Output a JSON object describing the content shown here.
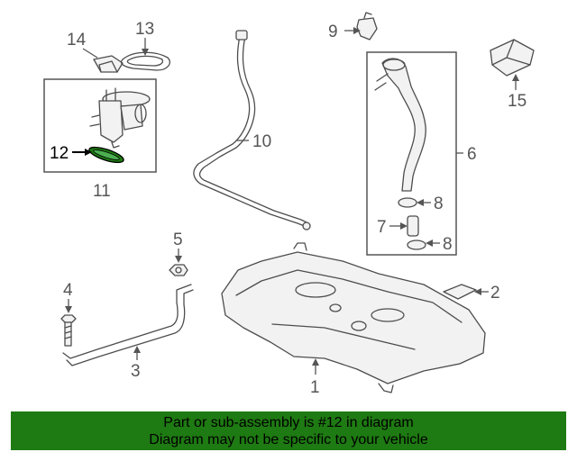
{
  "diagram": {
    "callouts": {
      "c1": "1",
      "c2": "2",
      "c3": "3",
      "c4": "4",
      "c5": "5",
      "c6": "6",
      "c7": "7",
      "c8a": "8",
      "c8b": "8",
      "c9": "9",
      "c10": "10",
      "c11": "11",
      "c12": "12",
      "c13": "13",
      "c14": "14",
      "c15": "15"
    },
    "highlighted_part": "12",
    "highlight_color": "#1e7a12"
  },
  "banner": {
    "line1": "Part or sub-assembly is #12 in diagram",
    "line2": "Diagram may not be specific to your vehicle",
    "background": "#1e7a12"
  }
}
